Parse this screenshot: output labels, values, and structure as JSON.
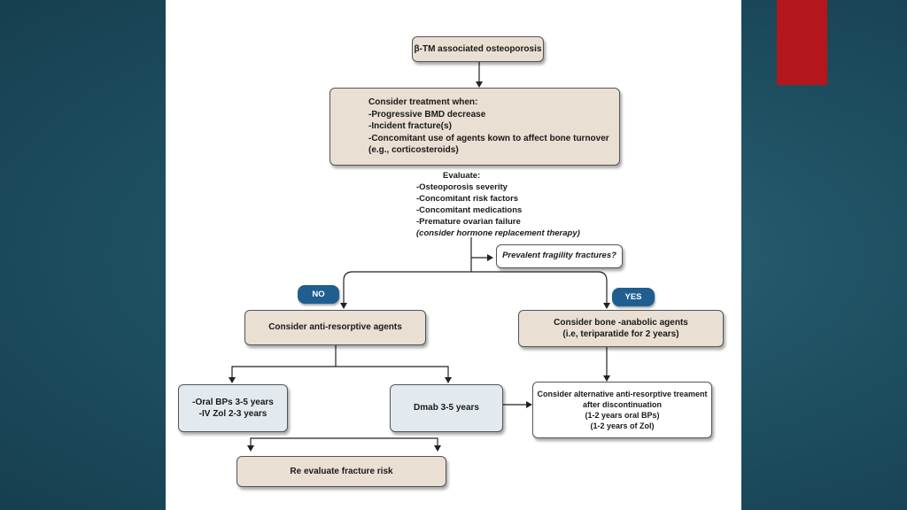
{
  "start": {
    "label": "β-TM associated osteoporosis"
  },
  "consider_treatment": {
    "title": "Consider treatment when:",
    "items": [
      "-Progressive BMD decrease",
      "-Incident fracture(s)",
      "-Concomitant use of agents kown to affect bone turnover",
      "(e.g., corticosteroids)"
    ]
  },
  "evaluate": {
    "title": "Evaluate:",
    "items": [
      "-Osteoporosis severity",
      "-Concomitant risk factors",
      "-Concomitant medications",
      "-Premature ovarian failure"
    ],
    "note": "(consider hormone replacement therapy)"
  },
  "question": {
    "label": "Prevalent fragility fractures?"
  },
  "no_badge": "NO",
  "yes_badge": "YES",
  "anti_resorptive": {
    "label": "Consider anti-resorptive agents"
  },
  "anabolic": {
    "line1": "Consider bone -anabolic agents",
    "line2": "(i.e, teriparatide for 2 years)"
  },
  "oral": {
    "line1": "-Oral BPs 3-5 years",
    "line2": "-IV Zol 2-3 years"
  },
  "dmab": {
    "label": "Dmab 3-5 years"
  },
  "alternative": {
    "line1": "Consider alternative anti-resorptive treament",
    "line2": "after discontinuation",
    "line3": "(1-2 years oral BPs)",
    "line4": "(1-2 years of Zol)"
  },
  "reevaluate": {
    "label": "Re evaluate fracture risk"
  },
  "colors": {
    "background": "#1d4e60",
    "accent": "#b3161b",
    "node_tan": "#e9dfd3",
    "node_blue": "#e3eaef",
    "badge": "#1f5f8f"
  }
}
